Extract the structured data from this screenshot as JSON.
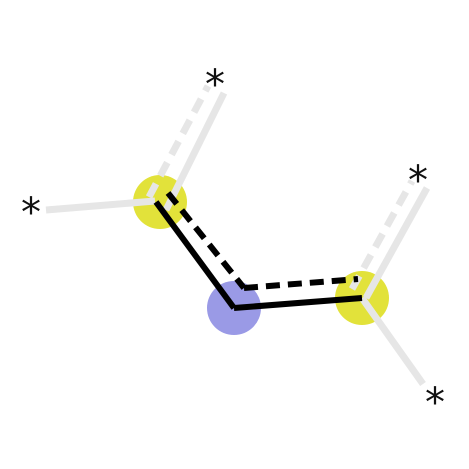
{
  "diagram": {
    "atoms": [
      {
        "id": "s1",
        "element": "S",
        "color": "#e2e23a"
      },
      {
        "id": "n",
        "element": "N",
        "color": "#9a9ae6"
      },
      {
        "id": "s2",
        "element": "S",
        "color": "#e2e23a"
      }
    ],
    "attachment_label": "*",
    "bonds": [
      {
        "from": "s1",
        "to": "n",
        "style": "solid+dashed",
        "color": "#000000"
      },
      {
        "from": "n",
        "to": "s2",
        "style": "solid+dashed",
        "color": "#000000"
      },
      {
        "from": "s1",
        "to": "star-top",
        "style": "solid+dashed",
        "color": "#e6e6e6"
      },
      {
        "from": "s1",
        "to": "star-left",
        "style": "solid",
        "color": "#e6e6e6"
      },
      {
        "from": "s2",
        "to": "star-right-upper",
        "style": "solid+dashed",
        "color": "#e6e6e6"
      },
      {
        "from": "s2",
        "to": "star-right-lower",
        "style": "solid",
        "color": "#e6e6e6"
      }
    ]
  }
}
